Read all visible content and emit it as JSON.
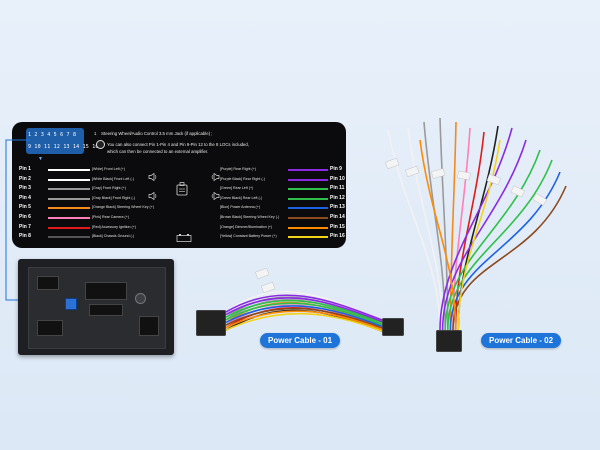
{
  "connector": {
    "row1": "1 2 3 4 5 6 7 8",
    "row2": "9 10 11 12 13 14 15 16"
  },
  "notes": {
    "n1_num": "1",
    "n1": "Steering Wheel/Audio Control 3.5 mm Jack (if applicable) ;",
    "n2": "You can also connect Pin 1-Pin 4 and Pin 9-Pin 12 to the 8 LOCs included,",
    "n3": "which can then be connected to an external amplifier."
  },
  "pins_left": [
    {
      "label": "Pin 1",
      "desc": "[White] Front Left (+)",
      "color": "#ffffff"
    },
    {
      "label": "Pin 2",
      "desc": "[White Black] Front Left (-)",
      "color": "#ffffff"
    },
    {
      "label": "Pin 3",
      "desc": "[Gray] Front Right (+)",
      "color": "#9a9a9a"
    },
    {
      "label": "Pin 4",
      "desc": "[Gray Black] Front Right (-)",
      "color": "#9a9a9a"
    },
    {
      "label": "Pin 5",
      "desc": "[Orange Black] Steering Wheel Key (+)",
      "color": "#f28a1c"
    },
    {
      "label": "Pin 6",
      "desc": "[Pink] Rear Camera (+)",
      "color": "#ff7fb6"
    },
    {
      "label": "Pin 7",
      "desc": "[Red] Accessory Ignition (+)",
      "color": "#e11b1b"
    },
    {
      "label": "Pin 8",
      "desc": "[Black] Chassis Ground (-)",
      "color": "#222222"
    }
  ],
  "pins_right": [
    {
      "label": "Pin 9",
      "desc": "[Purple] Rear Right (+)",
      "color": "#8a2be2"
    },
    {
      "label": "Pin 10",
      "desc": "[Purple Black] Rear Right (-)",
      "color": "#8a2be2"
    },
    {
      "label": "Pin 11",
      "desc": "[Green] Rear Left (+)",
      "color": "#2fbf4a"
    },
    {
      "label": "Pin 12",
      "desc": "[Green Black] Rear Left (-)",
      "color": "#2fbf4a"
    },
    {
      "label": "Pin 13",
      "desc": "[Blue] Power Antenna (+)",
      "color": "#1c62e0"
    },
    {
      "label": "Pin 14",
      "desc": "[Brown Black] Steering Wheel Key (-)",
      "color": "#8b4a1f"
    },
    {
      "label": "Pin 15",
      "desc": "[Orange] Dimmer/Illumination (+)",
      "color": "#ff8c00"
    },
    {
      "label": "Pin 16",
      "desc": "[Yellow] Constant Battery Power (+)",
      "color": "#f3d21a"
    }
  ],
  "cables": {
    "cable1": "Power Cable - 01",
    "cable2": "Power Cable - 02"
  },
  "colors": {
    "accent": "#1e74d8",
    "panel_bg": "#0b0b0d"
  }
}
